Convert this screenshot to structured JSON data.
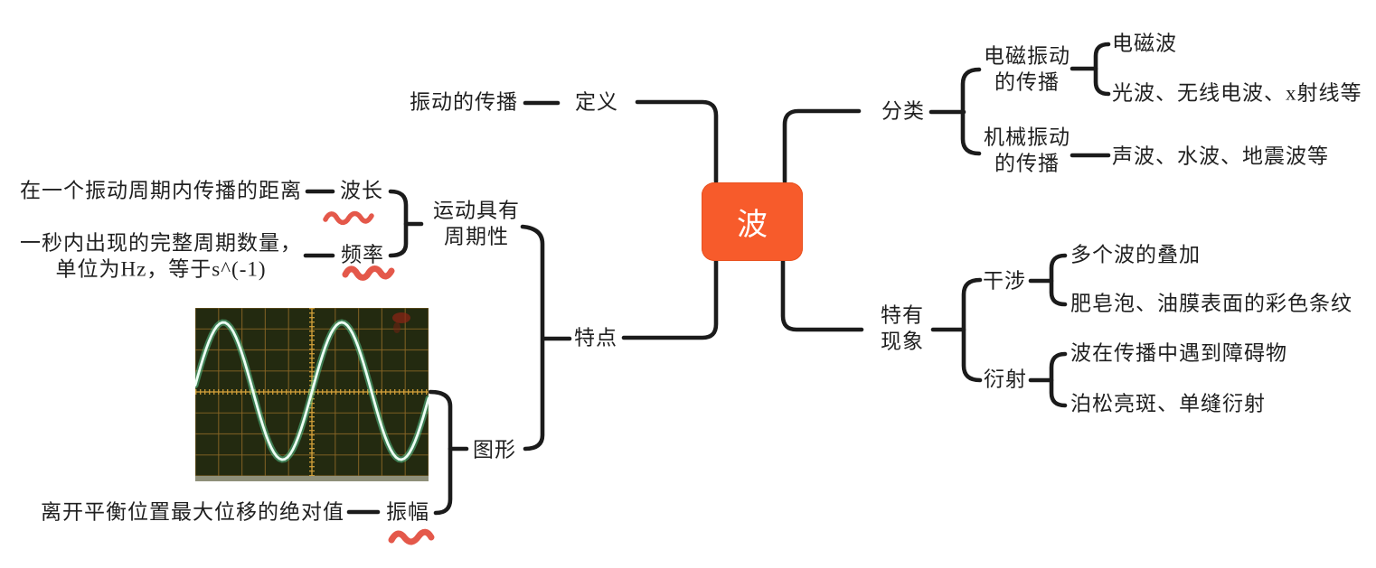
{
  "colors": {
    "center_node_bg": "#f75b2b",
    "center_node_text": "#ffffff",
    "connector": "#1b1b1b",
    "text": "#1f1f1f",
    "highlight_squiggle": "#e4584a"
  },
  "center": {
    "label": "波"
  },
  "left": {
    "definition": {
      "label": "定义",
      "note": "振动的传播"
    },
    "features": {
      "label": "特点",
      "periodicity": {
        "label": "运动具有\n周期性",
        "wavelength": {
          "label": "波长",
          "note": "在一个振动周期内传播的距离"
        },
        "frequency": {
          "label": "频率",
          "note": "一秒内出现的完整周期数量，\n单位为Hz，等于s^(-1)"
        }
      },
      "graph": {
        "label": "图形",
        "image": "oscilloscope sine-wave trace photo",
        "amplitude": {
          "label": "振幅",
          "note": "离开平衡位置最大位移的绝对值"
        }
      }
    }
  },
  "right": {
    "classification": {
      "label": "分类",
      "electromagnetic": {
        "label": "电磁振动\n的传播",
        "children": [
          "电磁波",
          "光波、无线电波、x射线等"
        ]
      },
      "mechanical": {
        "label": "机械振动\n的传播",
        "children": [
          "声波、水波、地震波等"
        ]
      }
    },
    "phenomena": {
      "label": "特有\n现象",
      "interference": {
        "label": "干涉",
        "children": [
          "多个波的叠加",
          "肥皂泡、油膜表面的彩色条纹"
        ]
      },
      "diffraction": {
        "label": "衍射",
        "children": [
          "波在传播中遇到障碍物",
          "泊松亮斑、单缝衍射"
        ]
      }
    }
  }
}
